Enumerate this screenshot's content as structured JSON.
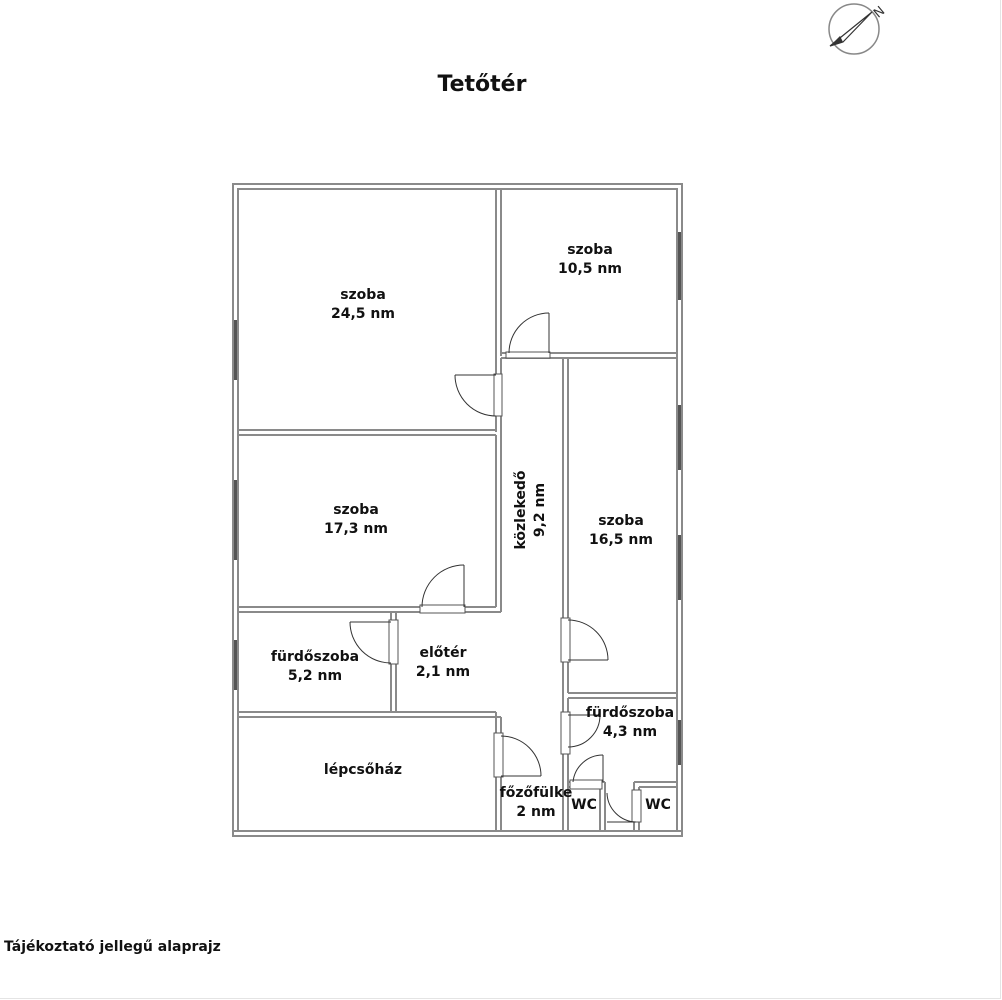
{
  "title": "Tetőtér",
  "footer_note": "Tájékoztató jellegű alaprajz",
  "compass": {
    "icon": "compass-north-icon",
    "letter": "N"
  },
  "rooms": [
    {
      "id": "szoba-24",
      "name": "szoba",
      "area": "24,5 nm"
    },
    {
      "id": "szoba-10",
      "name": "szoba",
      "area": "10,5 nm"
    },
    {
      "id": "szoba-17",
      "name": "szoba",
      "area": "17,3 nm"
    },
    {
      "id": "kozlekedo",
      "name": "közlekedő",
      "area": "9,2 nm"
    },
    {
      "id": "szoba-16",
      "name": "szoba",
      "area": "16,5 nm"
    },
    {
      "id": "furdoszoba-5",
      "name": "fürdőszoba",
      "area": "5,2 nm"
    },
    {
      "id": "eloter",
      "name": "előtér",
      "area": "2,1 nm"
    },
    {
      "id": "furdoszoba-4",
      "name": "fürdőszoba",
      "area": "4,3 nm"
    },
    {
      "id": "lepcsohaz",
      "name": "lépcsőház",
      "area": ""
    },
    {
      "id": "fozofulke",
      "name": "főzőfülke",
      "area": "2 nm"
    },
    {
      "id": "wc-1",
      "name": "WC",
      "area": ""
    },
    {
      "id": "wc-2",
      "name": "WC",
      "area": ""
    }
  ],
  "colors": {
    "wall": "#8a8a8a",
    "line": "#333333",
    "background": "#ffffff"
  }
}
